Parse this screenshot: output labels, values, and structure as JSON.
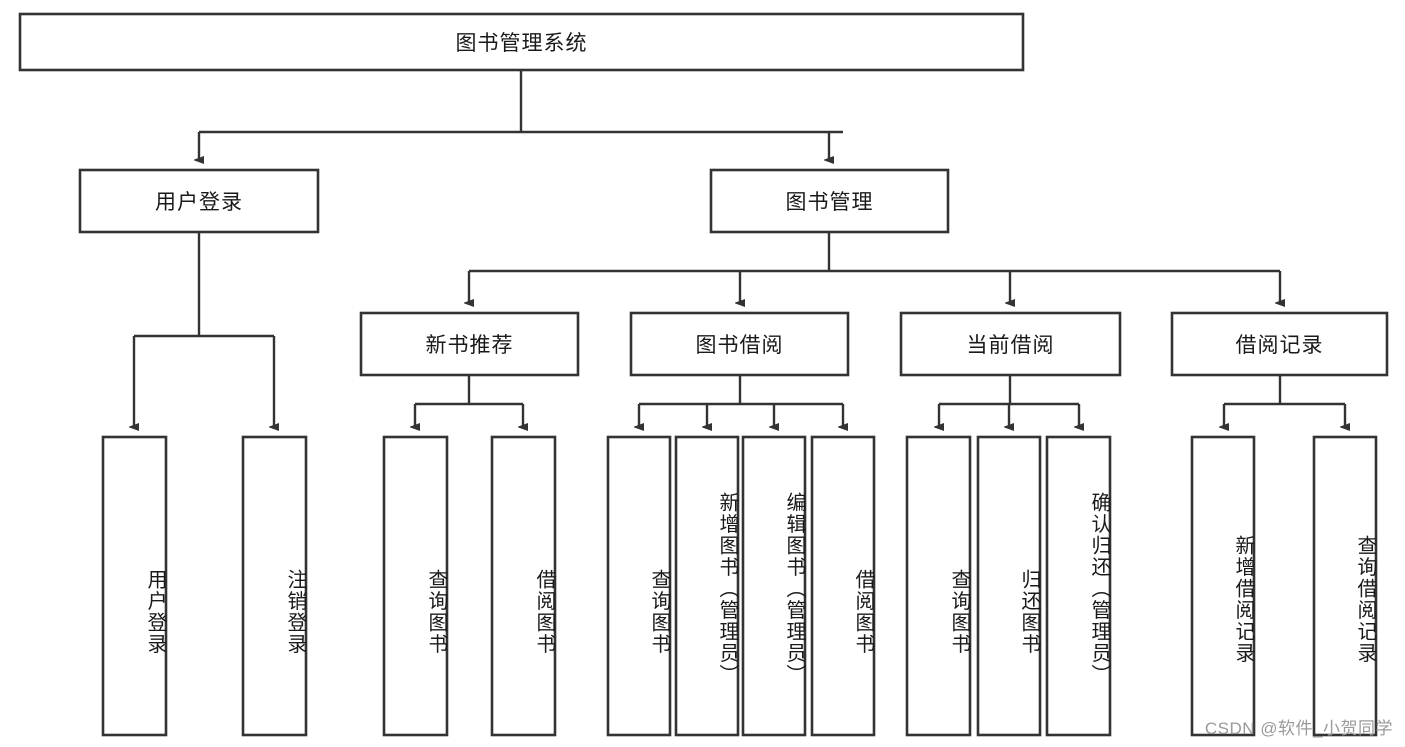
{
  "diagram": {
    "title": "图书管理系统",
    "type": "hierarchy-tree",
    "colors": {
      "box_stroke": "#333333",
      "box_fill": "#ffffff",
      "text": "#1a1a1a",
      "connector": "#333333",
      "watermark": "#9a9a9a",
      "background": "#ffffff"
    },
    "root": {
      "label": "图书管理系统"
    },
    "level2": [
      {
        "label": "用户登录"
      },
      {
        "label": "图书管理"
      }
    ],
    "level3": [
      {
        "label": "新书推荐"
      },
      {
        "label": "图书借阅"
      },
      {
        "label": "当前借阅"
      },
      {
        "label": "借阅记录"
      }
    ],
    "leaves": {
      "user_login": [
        {
          "label": "用户登录"
        },
        {
          "label": "注销登录"
        }
      ],
      "new_book_recommend": [
        {
          "label": "查询图书"
        },
        {
          "label": "借阅图书"
        }
      ],
      "book_borrow": [
        {
          "label": "查询图书"
        },
        {
          "label": "新增图书（管理员）"
        },
        {
          "label": "编辑图书（管理员）"
        },
        {
          "label": "借阅图书"
        }
      ],
      "current_borrow": [
        {
          "label": "查询图书"
        },
        {
          "label": "归还图书"
        },
        {
          "label": "确认归还（管理员）"
        }
      ],
      "borrow_record": [
        {
          "label": "新增借阅记录"
        },
        {
          "label": "查询借阅记录"
        }
      ]
    }
  },
  "watermark": {
    "text": "CSDN @软件_小贺同学"
  }
}
